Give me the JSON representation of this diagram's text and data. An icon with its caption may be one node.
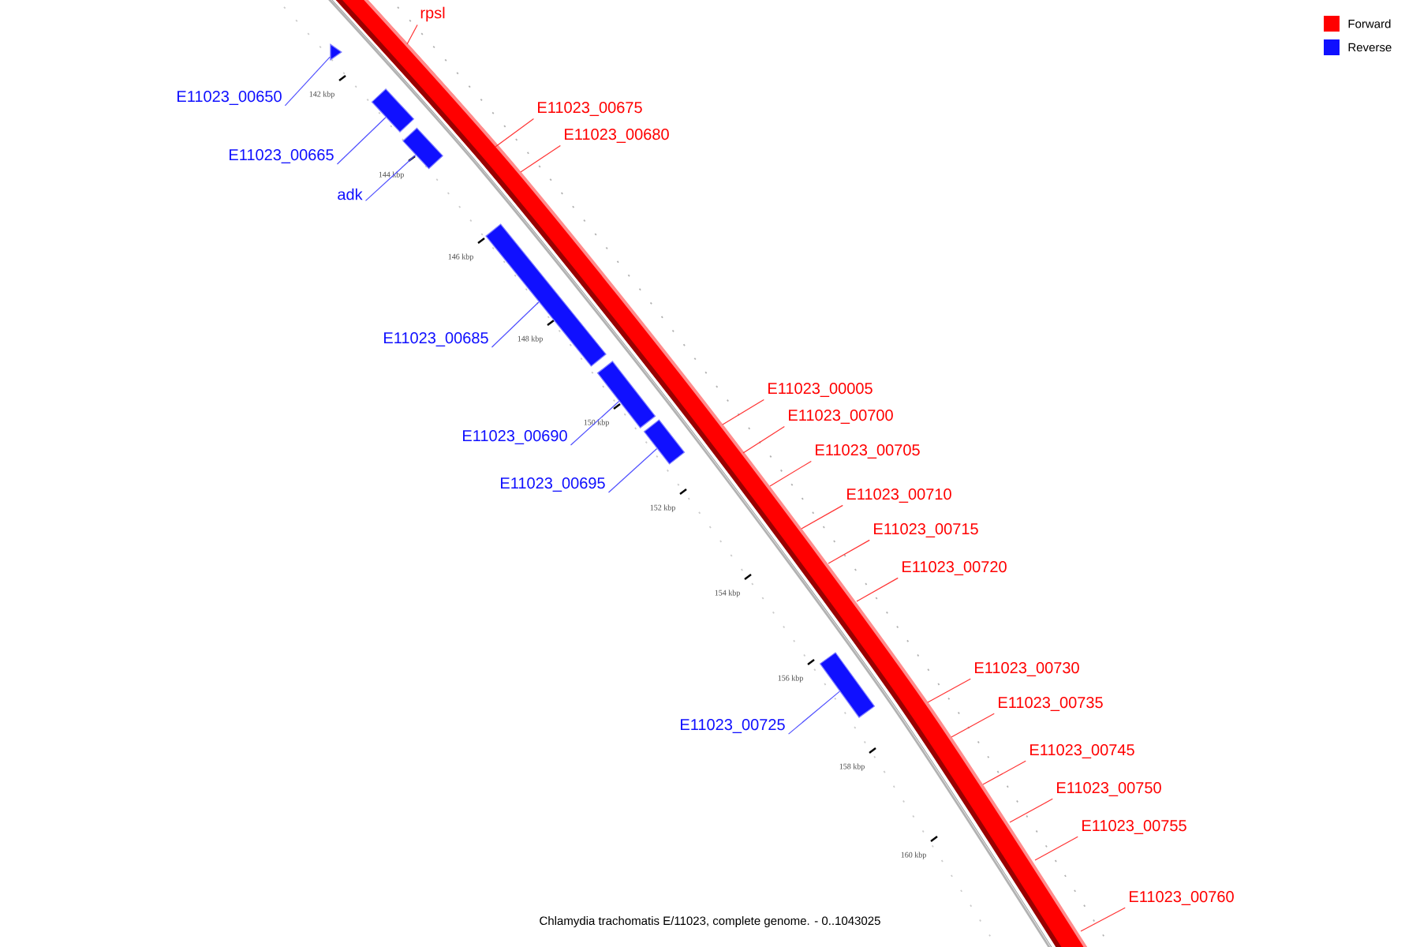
{
  "diagram": {
    "caption": "Chlamydia trachomatis E/11023, complete genome. - 0..1043025",
    "nodes": [
      {
        "text": [
          "rpsl"
        ]
      },
      {
        "text": [
          "E11023_00650"
        ]
      },
      {
        "text": [],
        "shape": "triangle"
      },
      {
        "text": [],
        "shape": "box"
      },
      {
        "text": [],
        "shape": "box"
      },
      {
        "text": [
          "E11023_00675"
        ]
      },
      {
        "text": [
          "E11023_00665"
        ]
      },
      {
        "text": [
          "E11023_00680"
        ]
      },
      {
        "text": [
          "adk"
        ]
      },
      {
        "text": [],
        "shape": "box"
      },
      {
        "text": [
          "E11023_00685"
        ]
      },
      {
        "text": [],
        "shape": "box"
      },
      {
        "text": [],
        "shape": "box"
      },
      {
        "text": [
          "E11023_00005"
        ]
      },
      {
        "text": [
          "E11023_00700"
        ]
      },
      {
        "text": [
          "E11023_00690"
        ]
      },
      {
        "text": [
          "E11023_00705"
        ]
      },
      {
        "text": [
          "E11023_00695"
        ]
      },
      {
        "text": [
          "E11023_00710"
        ]
      },
      {
        "text": [
          "E11023_00715"
        ]
      },
      {
        "text": [
          "E11023_00720"
        ]
      },
      {
        "text": [],
        "shape": "box"
      },
      {
        "text": [
          "E11023_00730"
        ]
      },
      {
        "text": [
          "E11023_00735"
        ]
      },
      {
        "text": [
          "E11023_00725"
        ]
      },
      {
        "text": [
          "E11023_00745"
        ]
      },
      {
        "text": [
          "E11023_00750"
        ]
      },
      {
        "text": [
          "E11023_00755"
        ]
      },
      {
        "text": [
          "E11023_00760"
        ]
      }
    ],
    "edges": [
      {
        "from": 0,
        "to": null,
        "arrow": "none"
      },
      {
        "from": 1,
        "to": 2,
        "arrow": "none",
        "color": "#5050ff"
      },
      {
        "from": 5,
        "to": null,
        "arrow": "none"
      },
      {
        "from": 6,
        "to": 3,
        "arrow": "none",
        "color": "#5050ff"
      },
      {
        "from": 7,
        "to": null,
        "arrow": "none"
      },
      {
        "from": 8,
        "to": 4,
        "arrow": "none",
        "color": "#5050ff"
      },
      {
        "from": 10,
        "to": 9,
        "arrow": "none",
        "color": "#5050ff"
      },
      {
        "from": 13,
        "to": null,
        "arrow": "none"
      },
      {
        "from": 14,
        "to": null,
        "arrow": "none"
      },
      {
        "from": 15,
        "to": 11,
        "arrow": "none",
        "color": "#5050ff"
      },
      {
        "from": 16,
        "to": null,
        "arrow": "none"
      },
      {
        "from": 17,
        "to": 12,
        "arrow": "none",
        "color": "#5050ff"
      },
      {
        "from": 18,
        "to": null,
        "arrow": "none"
      },
      {
        "from": 19,
        "to": null,
        "arrow": "none"
      },
      {
        "from": 20,
        "to": null,
        "arrow": "none"
      },
      {
        "from": 22,
        "to": null,
        "arrow": "none"
      },
      {
        "from": 23,
        "to": null,
        "arrow": "none"
      },
      {
        "from": 24,
        "to": 21,
        "arrow": "none",
        "color": "#5050ff"
      },
      {
        "from": 25,
        "to": null,
        "arrow": "none"
      },
      {
        "from": 26,
        "to": null,
        "arrow": "none"
      },
      {
        "from": 27,
        "to": null,
        "arrow": "none"
      },
      {
        "from": 28,
        "to": null,
        "arrow": "none"
      }
    ],
    "labels": [
      "142 kbp",
      "144 kbp",
      "146 kbp",
      "148 kbp",
      "150 kbp",
      "152 kbp",
      "154 kbp",
      "156 kbp",
      "158 kbp",
      "160 kbp"
    ],
    "legend": [
      {
        "text": "Forward",
        "color": "#ff0000"
      },
      {
        "text": "Reverse",
        "color": "#1010ff"
      }
    ]
  }
}
